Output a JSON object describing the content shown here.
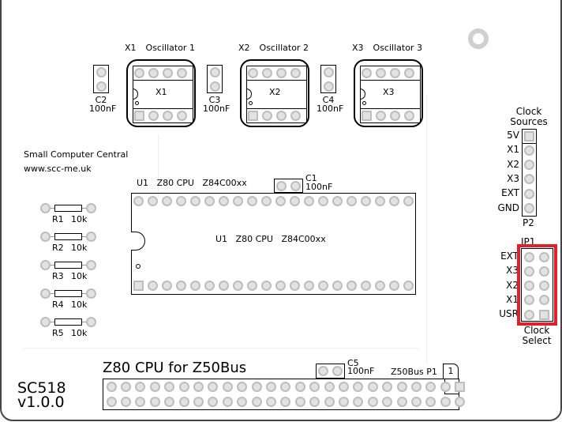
{
  "oscillators": [
    {
      "ref": "X1",
      "title": "Oscillator 1",
      "cap": "C2",
      "cap_value": "100nF"
    },
    {
      "ref": "X2",
      "title": "Oscillator 2",
      "cap": "C3",
      "cap_value": "100nF"
    },
    {
      "ref": "X3",
      "title": "Oscillator 3",
      "cap": "C4",
      "cap_value": "100nF"
    }
  ],
  "company": {
    "name": "Small Computer Central",
    "url": "www.scc-me.uk"
  },
  "cpu": {
    "ref": "U1",
    "name": "Z80 CPU",
    "part": "Z84C00xx",
    "cap": "C1",
    "cap_value": "100nF"
  },
  "resistors": [
    {
      "ref": "R1",
      "value": "10k"
    },
    {
      "ref": "R2",
      "value": "10k"
    },
    {
      "ref": "R3",
      "value": "10k"
    },
    {
      "ref": "R4",
      "value": "10k"
    },
    {
      "ref": "R5",
      "value": "10k"
    }
  ],
  "clock_sources": {
    "title1": "Clock",
    "title2": "Sources",
    "ref": "P2",
    "pins": [
      "5V",
      "X1",
      "X2",
      "X3",
      "EXT",
      "GND"
    ]
  },
  "clock_select": {
    "ref": "JP1",
    "title1": "Clock",
    "title2": "Select",
    "pins": [
      "EXT",
      "X3",
      "X2",
      "X1",
      "USR"
    ],
    "highlight_color": "#e0202a"
  },
  "bus": {
    "title": "Z80 CPU for Z50Bus",
    "cap": "C5",
    "cap_value": "100nF",
    "label": "Z50Bus P1",
    "pin1": "1"
  },
  "board": {
    "name": "SC518",
    "version": "v1.0.0"
  }
}
